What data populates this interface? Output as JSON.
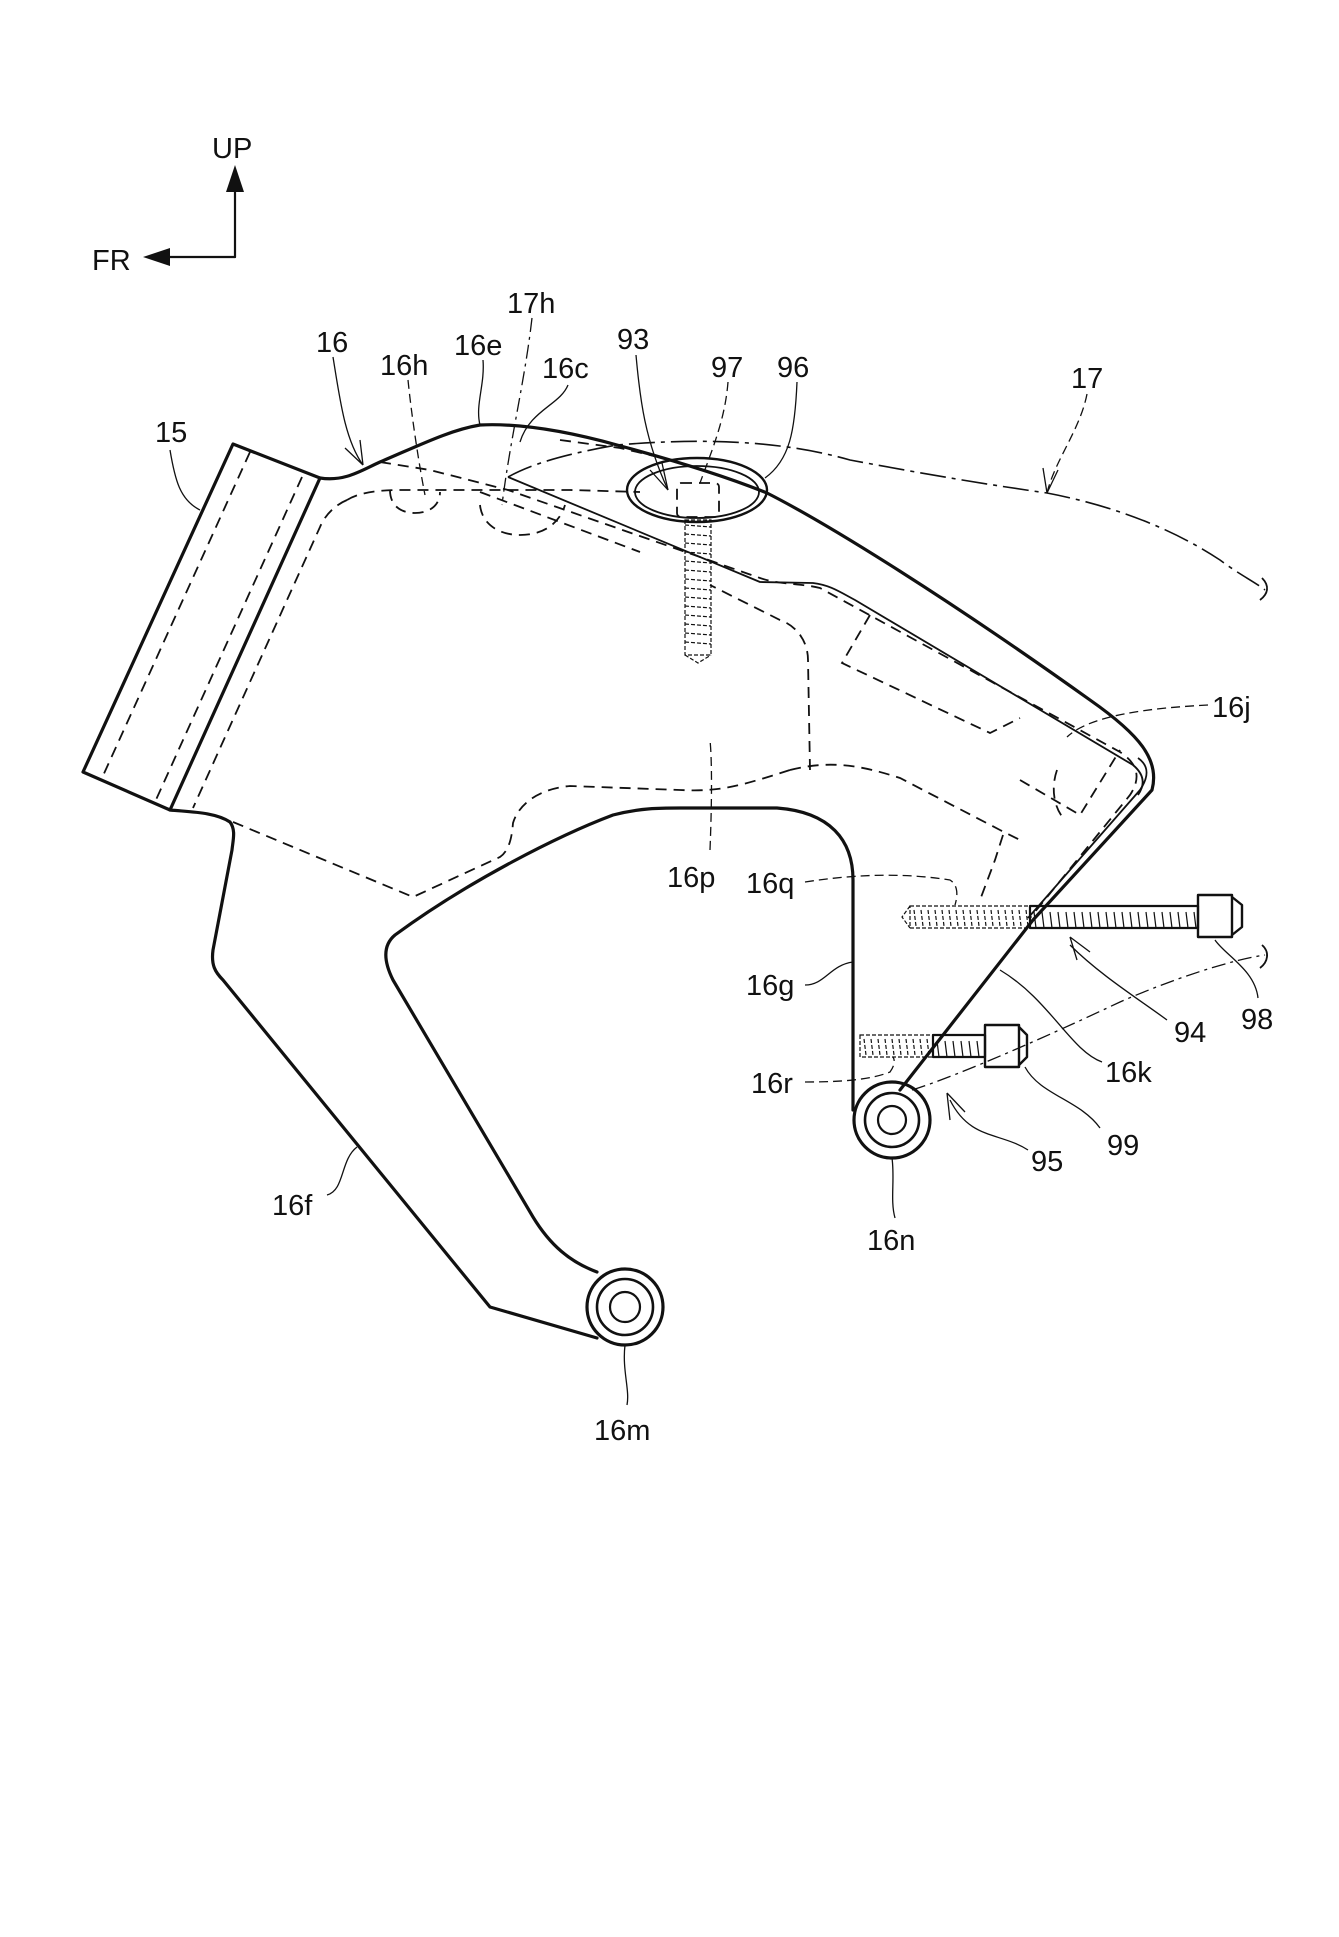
{
  "figure": {
    "type": "patent-drawing",
    "description": "Side view of a frame bracket assembly with mounting bolts"
  },
  "orientation": {
    "up_label": "UP",
    "front_label": "FR"
  },
  "labels": [
    {
      "id": "15",
      "text": "15",
      "refers_to": "head pipe / front member"
    },
    {
      "id": "16",
      "text": "16",
      "refers_to": "bracket"
    },
    {
      "id": "16h",
      "text": "16h"
    },
    {
      "id": "16e",
      "text": "16e"
    },
    {
      "id": "17h",
      "text": "17h"
    },
    {
      "id": "16c",
      "text": "16c"
    },
    {
      "id": "93",
      "text": "93"
    },
    {
      "id": "97",
      "text": "97"
    },
    {
      "id": "96",
      "text": "96"
    },
    {
      "id": "17",
      "text": "17"
    },
    {
      "id": "16j",
      "text": "16j"
    },
    {
      "id": "16p",
      "text": "16p"
    },
    {
      "id": "16q",
      "text": "16q"
    },
    {
      "id": "16g",
      "text": "16g"
    },
    {
      "id": "16r",
      "text": "16r"
    },
    {
      "id": "94",
      "text": "94"
    },
    {
      "id": "98",
      "text": "98"
    },
    {
      "id": "16k",
      "text": "16k"
    },
    {
      "id": "99",
      "text": "99"
    },
    {
      "id": "95",
      "text": "95"
    },
    {
      "id": "16n",
      "text": "16n"
    },
    {
      "id": "16f",
      "text": "16f"
    },
    {
      "id": "16m",
      "text": "16m"
    }
  ]
}
